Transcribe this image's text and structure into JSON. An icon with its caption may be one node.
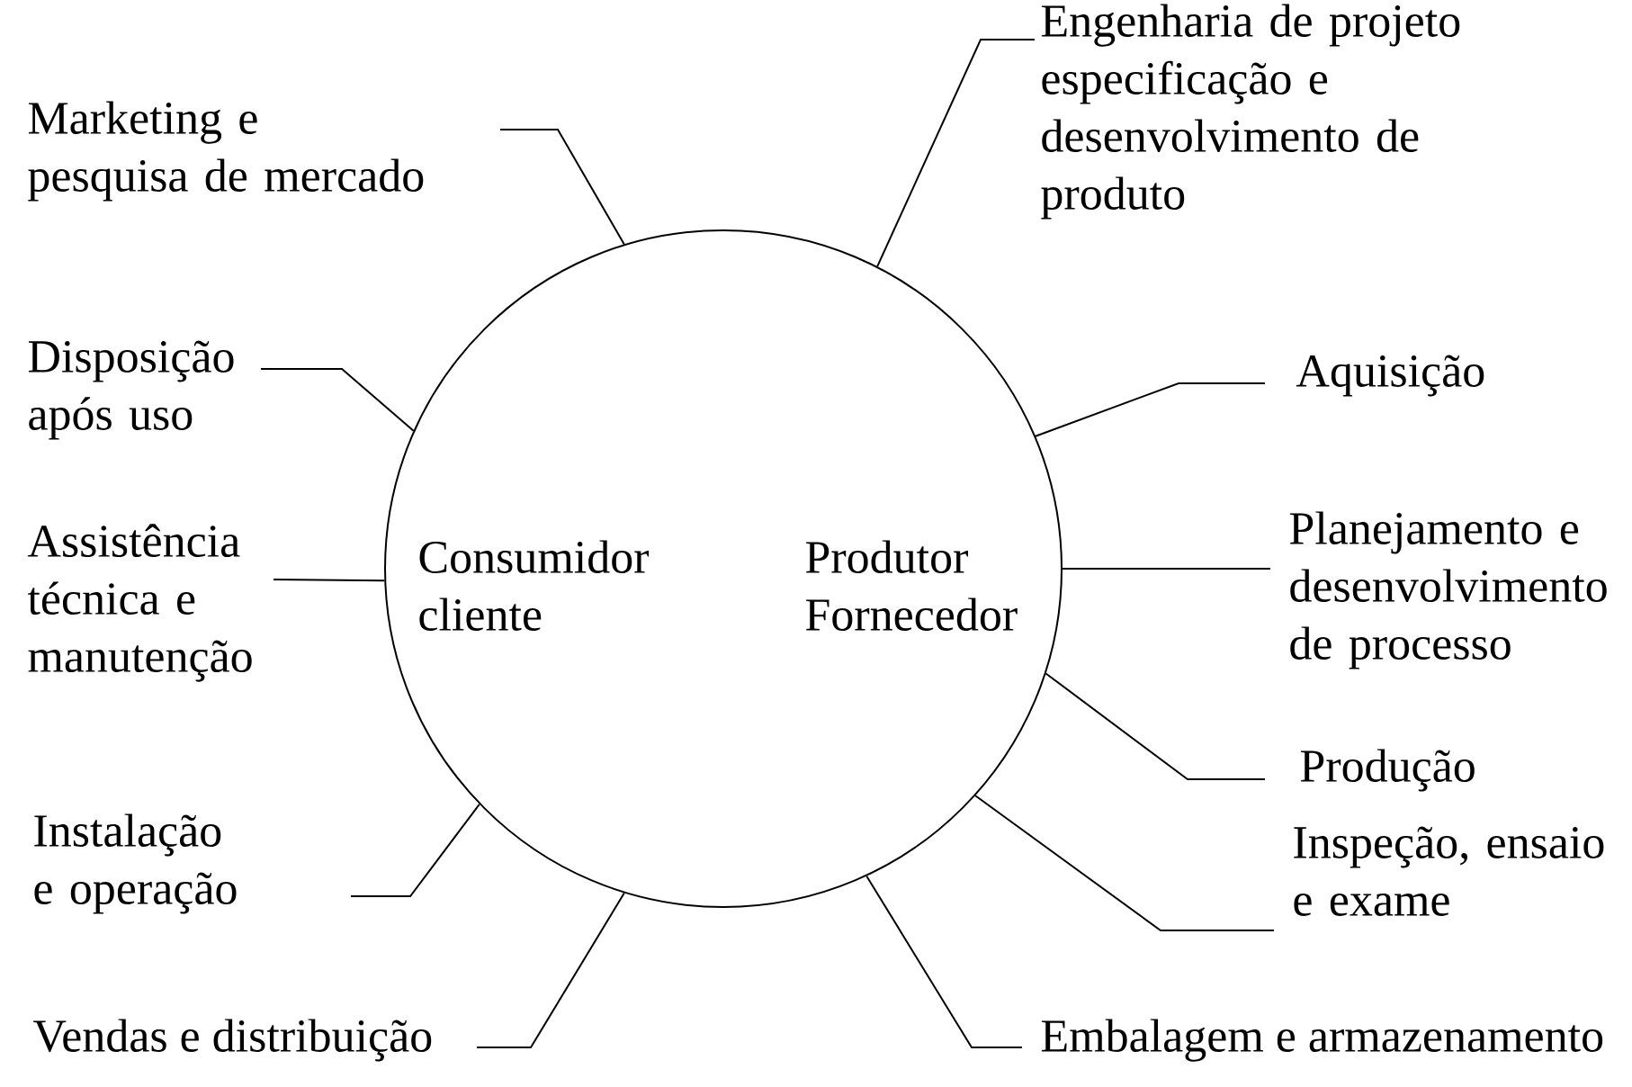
{
  "diagram": {
    "nodes": [
      {
        "text": [
          "Consumidor cliente",
          "Produtor Fornecedor"
        ]
      },
      {
        "text": [
          "Engenharia de projeto especificação e desenvolvimento de produto"
        ]
      },
      {
        "text": [
          "Marketing e pesquisa de mercado"
        ]
      },
      {
        "text": [
          "Disposição após uso"
        ]
      },
      {
        "text": [
          "Aquisição"
        ]
      },
      {
        "text": [
          "Assistência técnica e manutenção"
        ]
      },
      {
        "text": [
          "Planejamento e desenvolvimento de processo"
        ]
      },
      {
        "text": [
          "Produção"
        ]
      },
      {
        "text": [
          "Instalação e operação"
        ]
      },
      {
        "text": [
          "Inspeção, ensaio e exame"
        ]
      },
      {
        "text": [
          "Vendas e distribuição"
        ]
      },
      {
        "text": [
          "Embalagem e armazenamento"
        ]
      }
    ],
    "edges": [
      {
        "from": 1,
        "to": 0,
        "arrow": "none"
      },
      {
        "from": 2,
        "to": 0,
        "arrow": "none"
      },
      {
        "from": 3,
        "to": 0,
        "arrow": "none"
      },
      {
        "from": 4,
        "to": 0,
        "arrow": "none"
      },
      {
        "from": 5,
        "to": 0,
        "arrow": "none"
      },
      {
        "from": 6,
        "to": 0,
        "arrow": "none"
      },
      {
        "from": 7,
        "to": 0,
        "arrow": "none"
      },
      {
        "from": 8,
        "to": 0,
        "arrow": "none"
      },
      {
        "from": 9,
        "to": 0,
        "arrow": "none"
      },
      {
        "from": 10,
        "to": 0,
        "arrow": "none"
      },
      {
        "from": 11,
        "to": 0,
        "arrow": "none"
      }
    ]
  }
}
